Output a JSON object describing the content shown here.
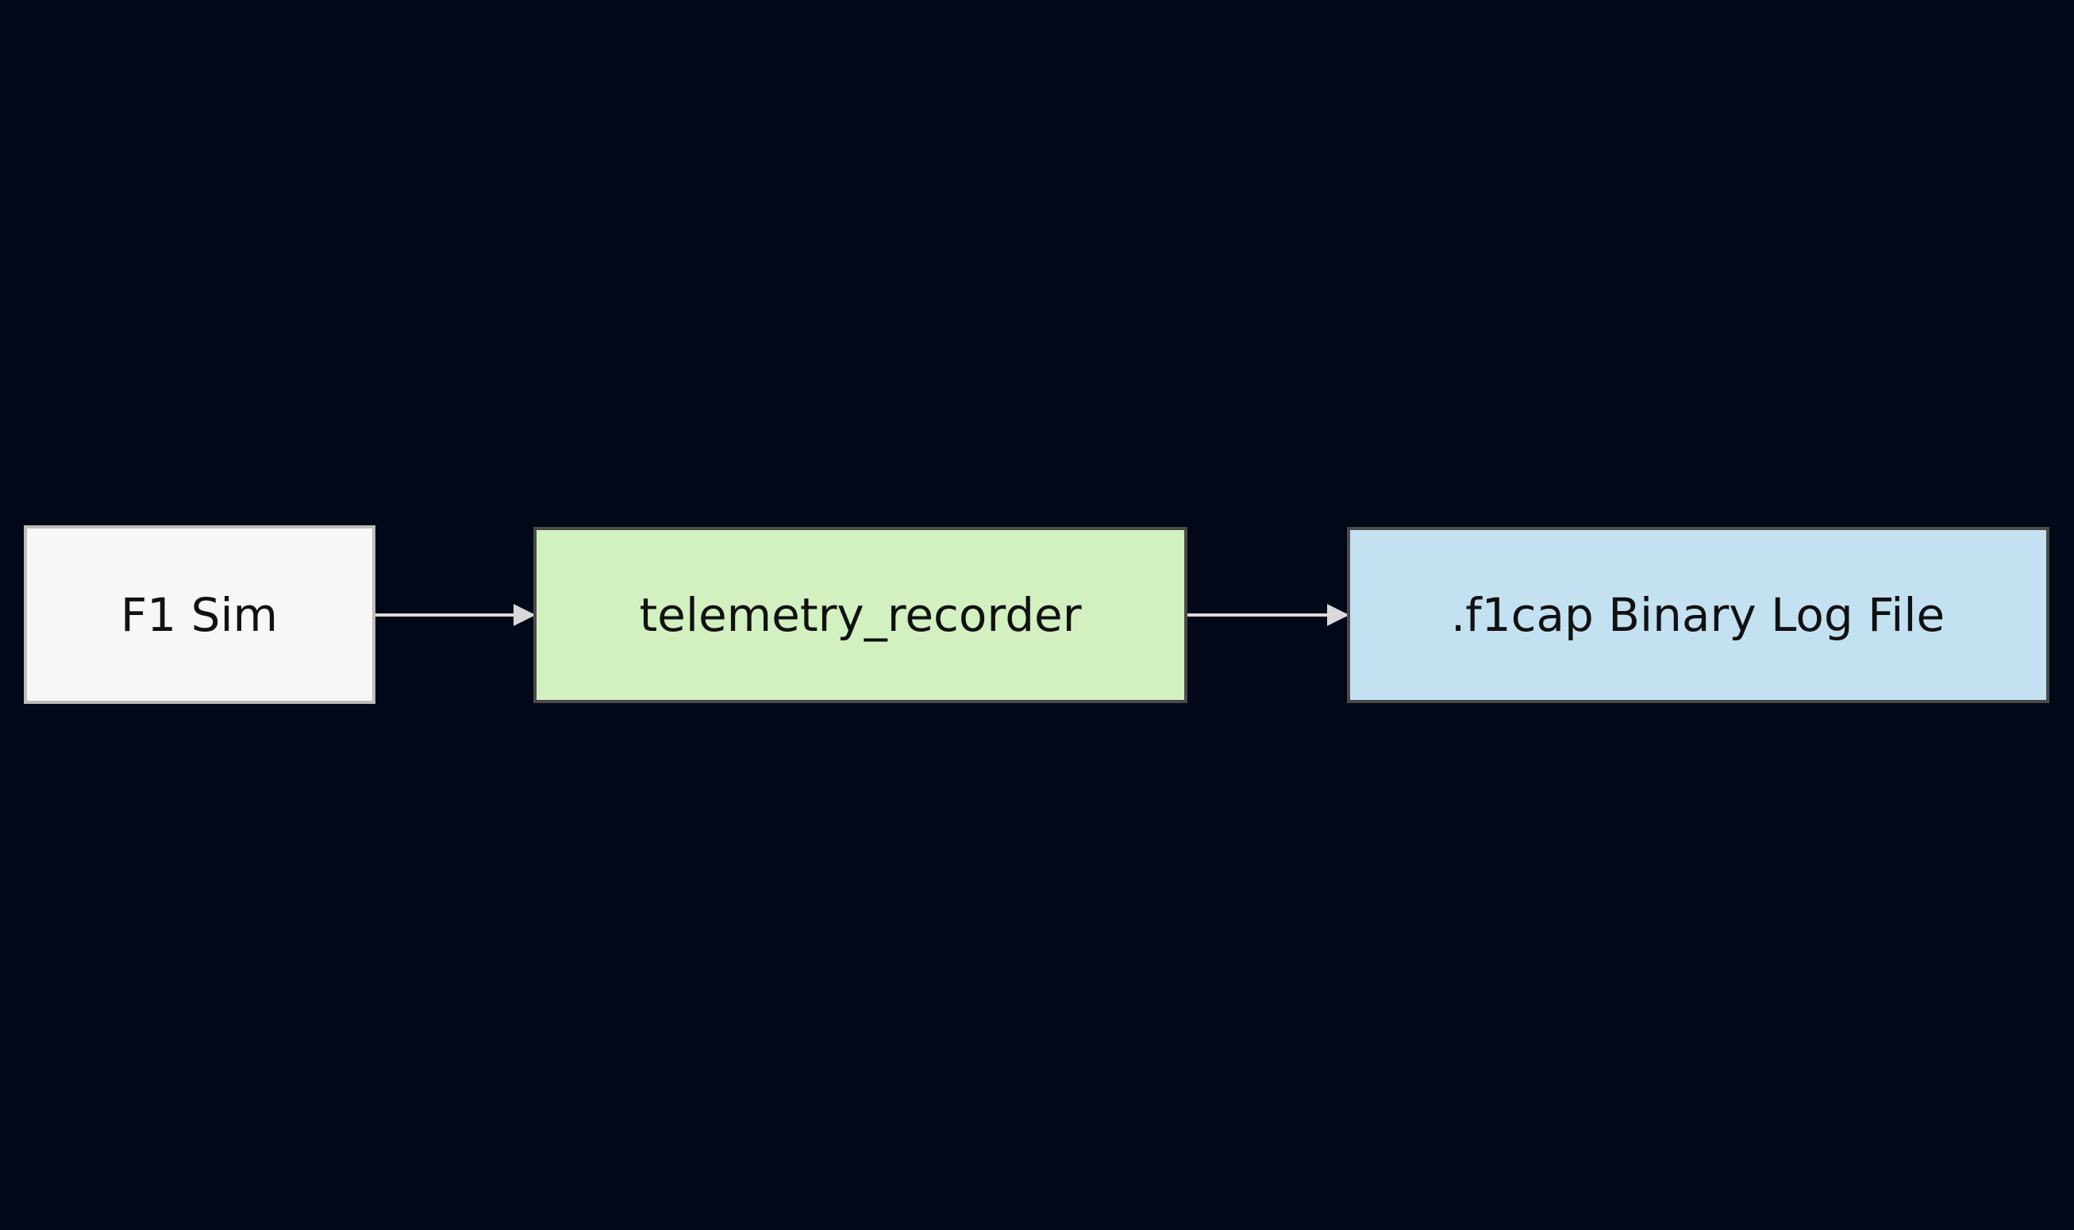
{
  "background_color": "#020817",
  "edge_color": "#d9d9d9",
  "nodes": [
    {
      "id": "f1-sim",
      "label": "F1 Sim",
      "fill": "#f7f7f7",
      "stroke": "#bdbdbd"
    },
    {
      "id": "telemetry-recorder",
      "label": "telemetry_recorder",
      "fill": "#d2f0c0",
      "stroke": "#4a4a4a"
    },
    {
      "id": "binary-log-file",
      "label": ".f1cap Binary Log File",
      "fill": "#c3e1f1",
      "stroke": "#4a4a4a"
    }
  ],
  "edges": [
    {
      "from": "f1-sim",
      "to": "telemetry-recorder"
    },
    {
      "from": "telemetry-recorder",
      "to": "binary-log-file"
    }
  ]
}
